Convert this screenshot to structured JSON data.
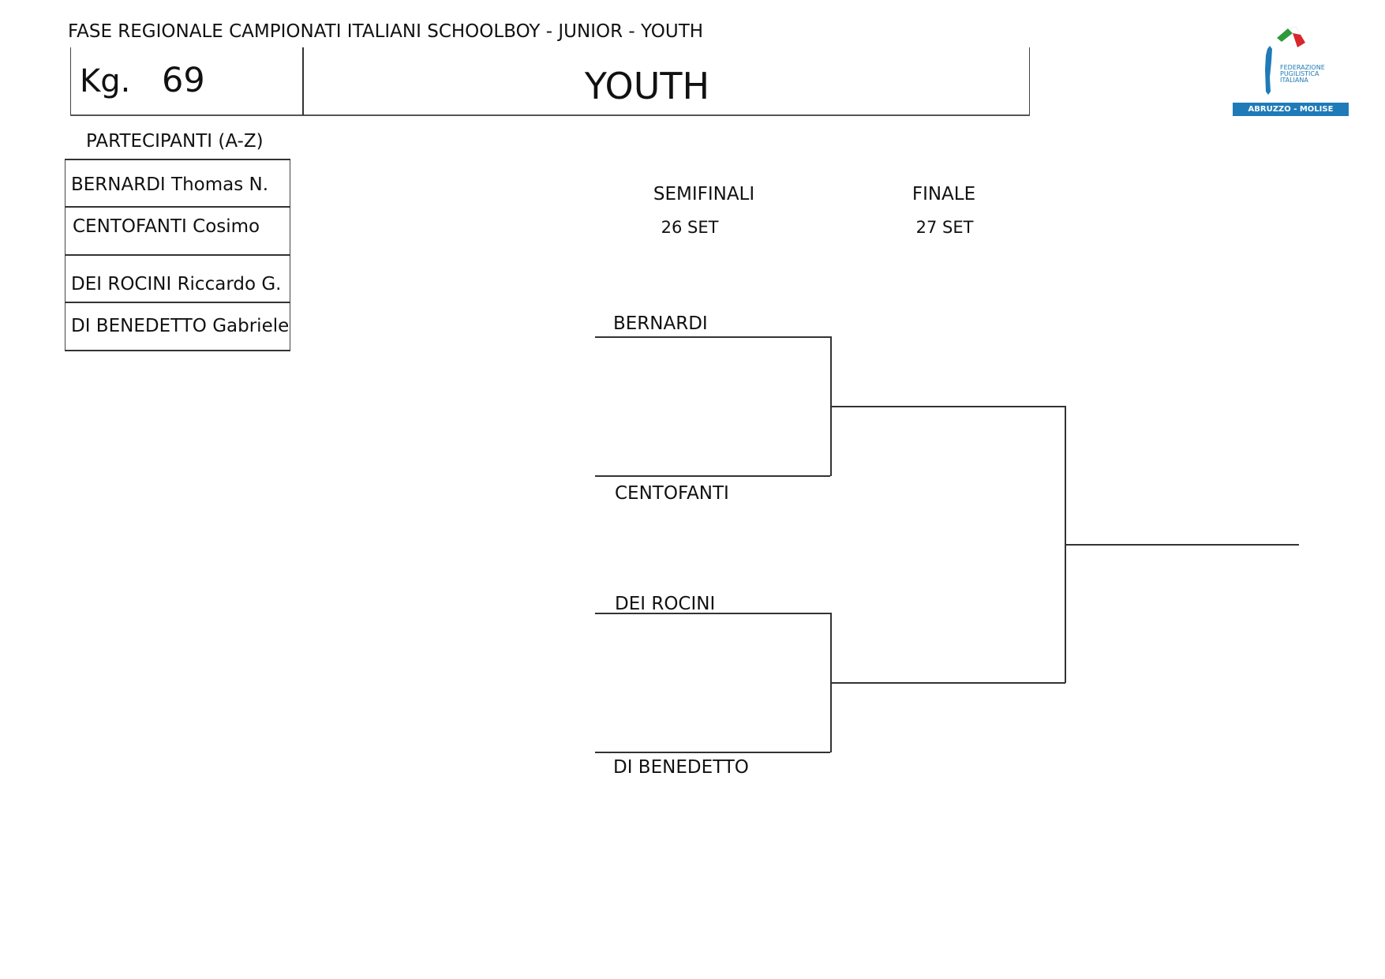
{
  "header": {
    "event_title": "FASE REGIONALE CAMPIONATI ITALIANI SCHOOLBOY - JUNIOR - YOUTH",
    "weight_label": "Kg.",
    "weight_value": "69",
    "category": "YOUTH"
  },
  "logo": {
    "org_line1": "FEDERAZIONE",
    "org_line2": "PUGILISTICA",
    "org_line3": "ITALIANA",
    "region": "ABRUZZO - MOLISE",
    "colors": {
      "blue": "#1f7ab8",
      "green": "#2e9a3e",
      "red": "#d9262b"
    }
  },
  "participants": {
    "heading": "PARTECIPANTI (A-Z)",
    "names": [
      "BERNARDI Thomas N.",
      "CENTOFANTI Cosimo",
      "DEI ROCINI Riccardo G.",
      "DI BENEDETTO Gabriele"
    ]
  },
  "rounds": {
    "semifinal": {
      "label": "SEMIFINALI",
      "date": "26 SET"
    },
    "final": {
      "label": "FINALE",
      "date": "27 SET"
    }
  },
  "bracket": {
    "entries": [
      "BERNARDI",
      "CENTOFANTI",
      "DEI ROCINI",
      "DI BENEDETTO"
    ]
  }
}
